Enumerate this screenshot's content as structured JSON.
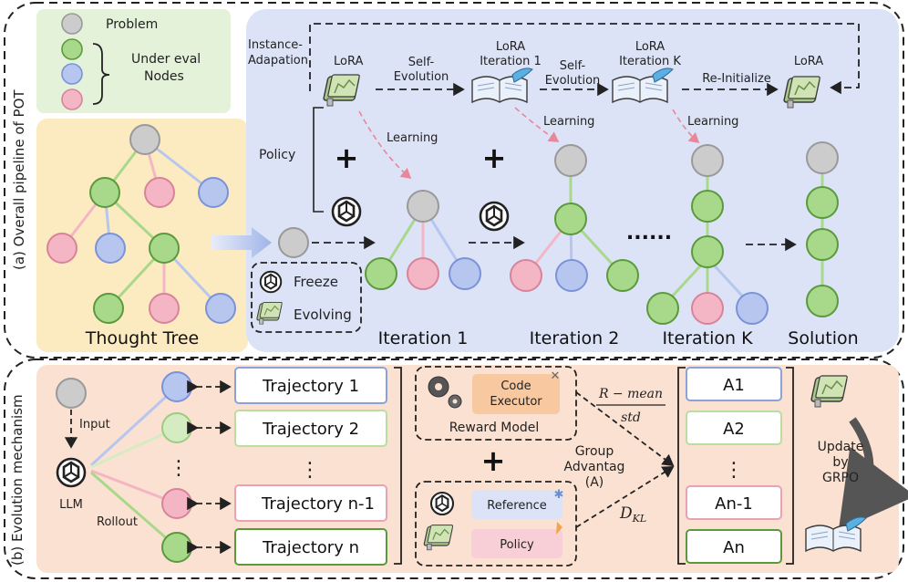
{
  "top": {
    "section_label": "(a) Overall pipeline of POT",
    "legend": {
      "problem": "Problem",
      "under_eval_line1": "Under eval",
      "under_eval_line2": "Nodes"
    },
    "thought_tree_label": "Thought Tree",
    "instance_adaptation_line1": "Instance-",
    "instance_adaptation_line2": "Adapation",
    "policy_label": "Policy",
    "lora_label": "LoRA",
    "lora_iter1_line1": "LoRA",
    "lora_iter1_line2": "Iteration 1",
    "lora_iterk_line1": "LoRA",
    "lora_iterk_line2": "Iteration K",
    "lora_final": "LoRA",
    "self_evolution_1_line1": "Self-",
    "self_evolution_1_line2": "Evolution",
    "self_evolution_2_line1": "Self-",
    "self_evolution_2_line2": "Evolution",
    "re_initialize": "Re-Initialize",
    "learning_1": "Learning",
    "learning_2": "Learning",
    "learning_3": "Learning",
    "plus_1": "+",
    "plus_2": "+",
    "dots": "......",
    "freeze_label": "Freeze",
    "evolving_label": "Evolving",
    "iteration_1": "Iteration 1",
    "iteration_2": "Iteration 2",
    "iteration_k": "Iteration K",
    "solution": "Solution"
  },
  "bottom": {
    "section_label": "(b) Evolution mechanism",
    "input_label": "Input",
    "llm_label": "LLM",
    "rollout_label": "Rollout",
    "trajectories": [
      "Trajectory 1",
      "Trajectory 2",
      "Trajectory n-1",
      "Trajectory n"
    ],
    "vertical_dots": "⋮",
    "code_executor_line1": "Code",
    "code_executor_line2": "Executor",
    "reward_model": "Reward Model",
    "plus": "+",
    "reference": "Reference",
    "policy": "Policy",
    "formula_numerator": "R − mean",
    "formula_denominator": "std",
    "group_adv_line1": "Group",
    "group_adv_line2": "Advantag",
    "group_adv_line3": "(A)",
    "dkl": "D",
    "dkl_sub": "KL",
    "advantages": [
      "A1",
      "A2",
      "An-1",
      "An"
    ],
    "update_line1": "Update",
    "update_line2": "by",
    "update_line3": "GRPO"
  },
  "colors": {
    "gray_node": "#cccccc",
    "green_node": "#a8d88a",
    "blue_node": "#b7c6ef",
    "pink_node": "#f4b6c4",
    "green_panel": "#e3f2d9",
    "yellow_panel": "#fcebc0",
    "blue_panel": "#dce3f7",
    "peach_panel": "#fbe1d1"
  }
}
